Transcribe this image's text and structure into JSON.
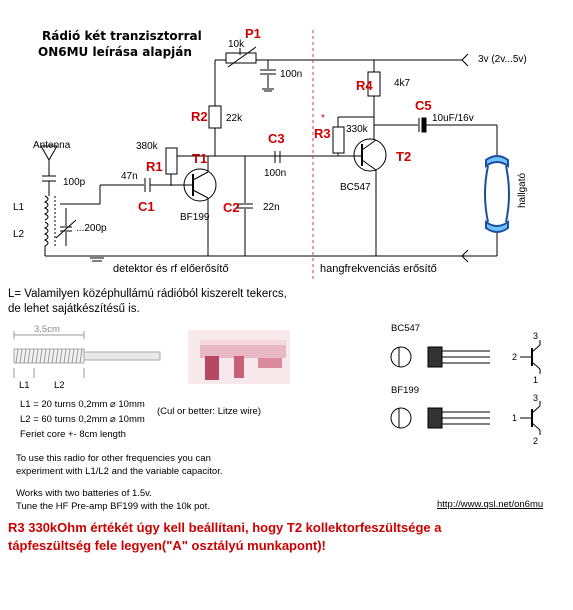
{
  "title": {
    "line1": "Rádió két tranzisztorral",
    "line2": "ON6MU leírása alapján"
  },
  "components": {
    "P1": {
      "ref": "P1",
      "value": "10k"
    },
    "C_p1": {
      "value": "100n"
    },
    "R2": {
      "ref": "R2",
      "value": "22k"
    },
    "R1": {
      "ref": "R1",
      "value": "380k"
    },
    "T1": {
      "ref": "T1",
      "value": "BF199"
    },
    "C1": {
      "ref": "C1",
      "value": "47n"
    },
    "C2": {
      "ref": "C2",
      "value": "22n"
    },
    "C3": {
      "ref": "C3",
      "value": "100n"
    },
    "R3": {
      "ref": "R3",
      "value": "330k",
      "mark": "*"
    },
    "R4": {
      "ref": "R4",
      "value": "4k7"
    },
    "T2": {
      "ref": "T2",
      "value": "BC547"
    },
    "C5": {
      "ref": "C5",
      "value": "10uF/16v"
    },
    "antenna": "Antenna",
    "c_ant": "100p",
    "L1": "L1",
    "L2": "L2",
    "varcap": "...200p",
    "supply": "3v (2v...5v)",
    "headphone": "hallgató"
  },
  "sections": {
    "left": "detektor és rf előerősítő",
    "right": "hangfrekvenciás erősítő"
  },
  "coil_note": {
    "line1": "L= Valamilyen középhullámú rádióból kiszerelt tekercs,",
    "line2": "de lehet sajátkészítésű is."
  },
  "coil_drawing": {
    "length": "3.5cm",
    "l1": "L1",
    "l2": "L2"
  },
  "coil_spec": {
    "line1": "L1 = 20 turns 0,2mm ⌀ 10mm",
    "line2": "L2 = 60 turns 0,2mm ⌀ 10mm",
    "wire": "(Cul or better: Litze wire)",
    "line3": "Feriet core +- 8cm length"
  },
  "usage": {
    "line1": "To use this radio for other frequencies you can",
    "line2": "experiment with L1/L2 and the variable capacitor.",
    "line3": "Works with two batteries of 1.5v.",
    "line4": "Tune the HF Pre-amp BF199 with the 10k pot."
  },
  "pinouts": {
    "bc547": {
      "name": "BC547",
      "pins": [
        "3",
        "2",
        "1"
      ]
    },
    "bf199": {
      "name": "BF199",
      "pins": [
        "3",
        "1",
        "2"
      ]
    }
  },
  "url": "http://www.qsl.net/on6mu",
  "warning": {
    "line1": "R3 330kOhm értékét úgy kell beállítani, hogy T2  kollektorfeszültsége a",
    "line2": "tápfeszültség fele legyen(\"A\" osztályú munkapont)!"
  },
  "colors": {
    "accent": "#cc0000",
    "divider": "#cc4444",
    "wire": "#000000"
  }
}
